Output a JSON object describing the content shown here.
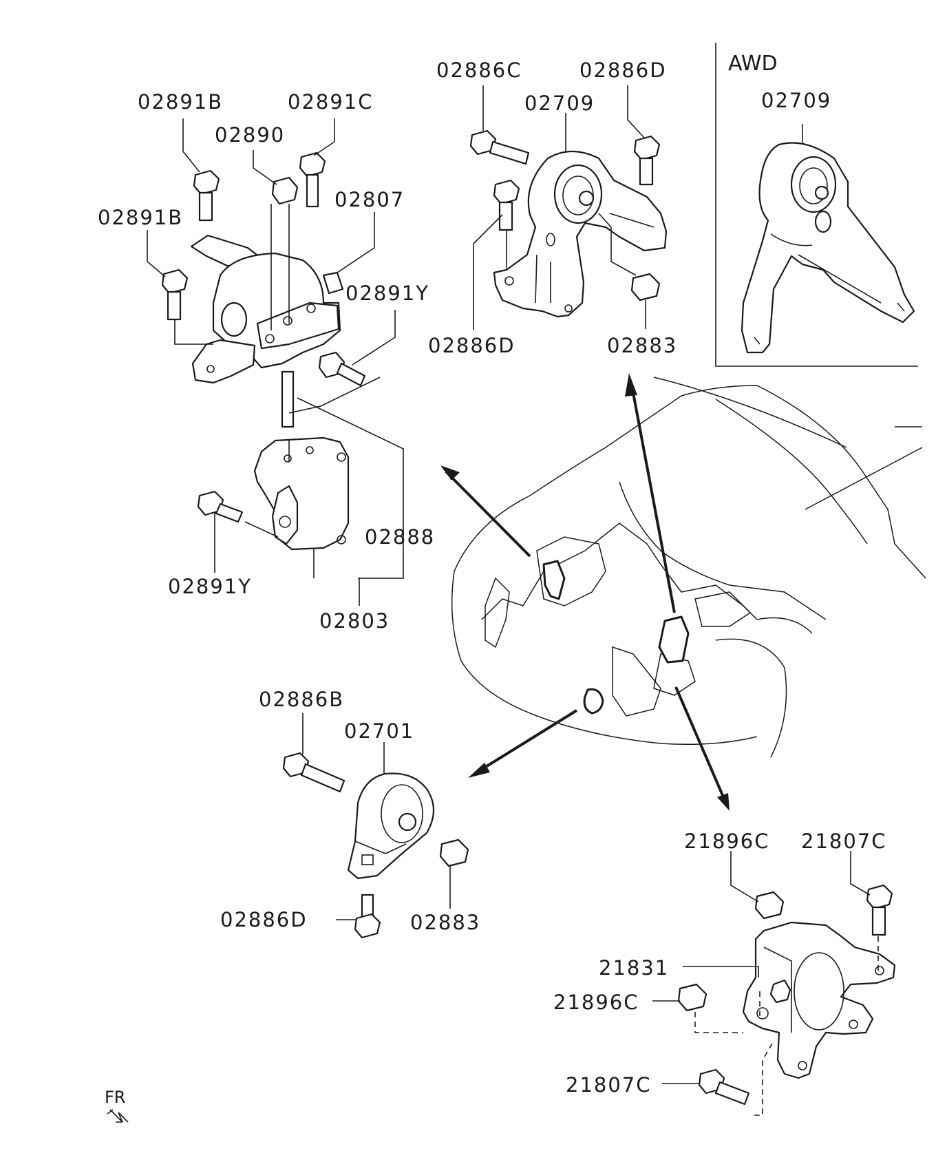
{
  "diagram": {
    "inset_label": "AWD",
    "direction_label": "FR",
    "labels": [
      {
        "id": "l1",
        "text": "02891B"
      },
      {
        "id": "l2",
        "text": "02891C"
      },
      {
        "id": "l3",
        "text": "02890"
      },
      {
        "id": "l4",
        "text": "02807"
      },
      {
        "id": "l5",
        "text": "02891B"
      },
      {
        "id": "l6",
        "text": "02891Y"
      },
      {
        "id": "l7",
        "text": "02888"
      },
      {
        "id": "l8",
        "text": "02891Y"
      },
      {
        "id": "l9",
        "text": "02803"
      },
      {
        "id": "l10",
        "text": "02886C"
      },
      {
        "id": "l11",
        "text": "02886D"
      },
      {
        "id": "l12",
        "text": "02709"
      },
      {
        "id": "l13",
        "text": "02886D"
      },
      {
        "id": "l14",
        "text": "02883"
      },
      {
        "id": "l15",
        "text": "02709"
      },
      {
        "id": "l16",
        "text": "02886B"
      },
      {
        "id": "l17",
        "text": "02701"
      },
      {
        "id": "l18",
        "text": "02886D"
      },
      {
        "id": "l19",
        "text": "02883"
      },
      {
        "id": "l20",
        "text": "21896C"
      },
      {
        "id": "l21",
        "text": "21807C"
      },
      {
        "id": "l22",
        "text": "21831"
      },
      {
        "id": "l23",
        "text": "21896C"
      },
      {
        "id": "l24",
        "text": "21807C"
      }
    ]
  }
}
